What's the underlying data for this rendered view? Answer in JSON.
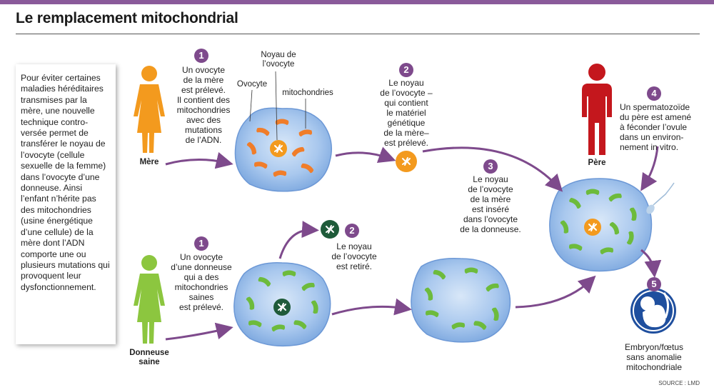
{
  "title": "Le remplacement mitochondrial",
  "intro": "Pour éviter certaines maladies héréditaires transmises par la mère, une nouvelle technique contro-versée permet de transférer le noyau de l’ovocyte (cellule sexuelle de la femme) dans l’ovocyte d’une donneuse. Ainsi l’enfant n’hérite pas des mitochondries (usine énergétique d’une cellule) de la mère dont l’ADN comporte une ou plusieurs mutations qui provoquent leur dysfonctionnement.",
  "figures": {
    "mother": "Mère",
    "donor": "Donneuse\nsaine",
    "father": "Père"
  },
  "labels": {
    "nucleus": "Noyau de\nl’ovocyte",
    "oocyte": "Ovocyte",
    "mitochondria": "mitochondries"
  },
  "steps": {
    "m1_num": "1",
    "m1": "Un ovocyte\nde la mère\nest prélevé.\nIl contient des\nmitochondries\navec des\nmutations\nde l’ADN.",
    "m2_num": "2",
    "m2": "Le noyau\nde l’ovocyte –\nqui contient\nle matériel\ngénétique\nde la mère–\nest prélevé.",
    "s3_num": "3",
    "s3": "Le noyau\nde l’ovocyte\nde la mère\nest inséré\ndans l’ovocyte\nde la donneuse.",
    "s4_num": "4",
    "s4": "Un spermatozoïde\ndu père est amené\nà féconder l’ovule\ndans un environ-\nnement in vitro.",
    "d1_num": "1",
    "d1": "Un ovocyte\nd’une donneuse\nqui a des\nmitochondries\nsaines\nest prélevé.",
    "d2_num": "2",
    "d2": "Le noyau\nde l’ovocyte\nest retiré.",
    "s5_num": "5",
    "s5": "Embryon/fœtus\nsans anomalie\nmitochondriale"
  },
  "source": "SOURCE : LMD",
  "colors": {
    "accent": "#7e4a8c",
    "cell": "#8bb5e6",
    "cell_edge": "#5f8fcf",
    "mutant_mito": "#f07d2a",
    "healthy_mito": "#6dbb3c",
    "mother": "#f39a1e",
    "donor": "#8cc63f",
    "father": "#c4171d",
    "donor_nucleus": "#1f5b3a"
  }
}
